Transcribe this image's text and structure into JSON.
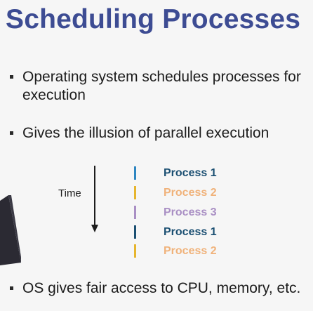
{
  "slide": {
    "title": "Scheduling Processes",
    "bullets": [
      "Operating system schedules processes for execution",
      "Gives the illusion of parallel execution",
      "OS gives fair access to CPU, memory, etc."
    ]
  },
  "timeline": {
    "time_label": "Time",
    "processes": [
      {
        "label": "Process 1",
        "color": "#1b4f72"
      },
      {
        "label": "Process 2",
        "color": "#f0b27a"
      },
      {
        "label": "Process 3",
        "color": "#a98fc4"
      },
      {
        "label": "Process 1",
        "color": "#1b4f72"
      },
      {
        "label": "Process 2",
        "color": "#f0b27a"
      }
    ],
    "tick_colors": [
      "#2e86c1",
      "#e6b52e",
      "#a98fc4",
      "#1b4f72",
      "#e6b52e"
    ]
  }
}
